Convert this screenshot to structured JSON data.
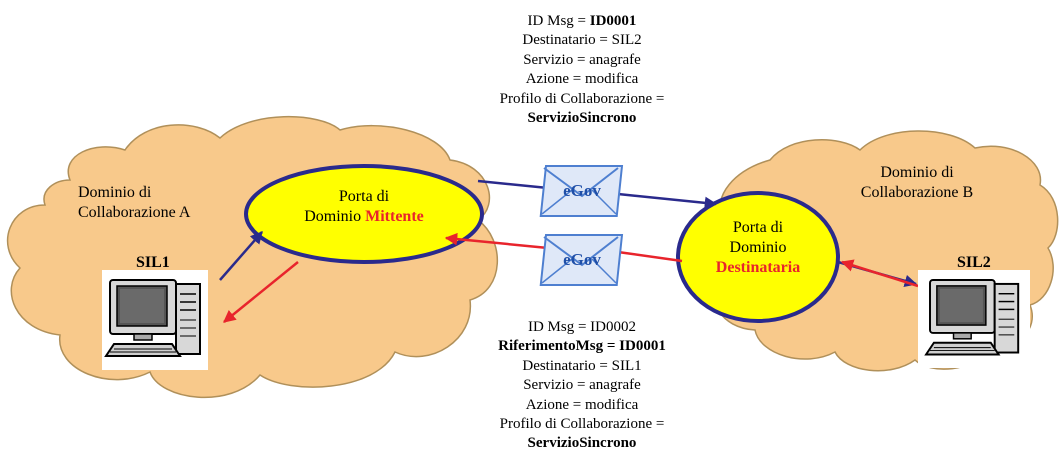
{
  "colors": {
    "cloud_fill": "#f8c98b",
    "cloud_stroke": "#b0905a",
    "ellipse_fill": "#ffff00",
    "ellipse_stroke": "#2a2a8c",
    "arrow_blue": "#2a2a8c",
    "arrow_red": "#e8242c",
    "envelope_fill": "#dfe8f8",
    "envelope_stroke": "#4e7fd0",
    "envelope_text": "#1f4fa8",
    "accent_red": "#e8242c"
  },
  "domain_a": {
    "label_line1": "Dominio di",
    "label_line2": "Collaborazione A",
    "sil": "SIL1",
    "port_line1": "Porta di",
    "port_line2_prefix": "Dominio ",
    "port_line2_accent": "Mittente"
  },
  "domain_b": {
    "label_line1": "Dominio di",
    "label_line2": "Collaborazione B",
    "sil": "SIL2",
    "port_line1": "Porta di",
    "port_line2": "Dominio",
    "port_line3_accent": "Destinataria"
  },
  "envelopes": {
    "request_label": "eGov",
    "response_label": "eGov"
  },
  "request_message": {
    "line1_prefix": "ID Msg = ",
    "line1_value": "ID0001",
    "line2": "Destinatario = SIL2",
    "line3": "Servizio = anagrafe",
    "line4": "Azione = modifica",
    "line5": "Profilo di Collaborazione =",
    "line6": "ServizioSincrono"
  },
  "response_message": {
    "line1": "ID Msg = ID0002",
    "line2": "RiferimentoMsg = ID0001",
    "line3": "Destinatario = SIL1",
    "line4": "Servizio = anagrafe",
    "line5": "Azione = modifica",
    "line6": "Profilo di Collaborazione =",
    "line7": "ServizioSincrono"
  },
  "icons": {
    "computer_a": "computer-icon",
    "computer_b": "computer-icon",
    "envelope_req": "envelope-icon",
    "envelope_resp": "envelope-icon"
  }
}
